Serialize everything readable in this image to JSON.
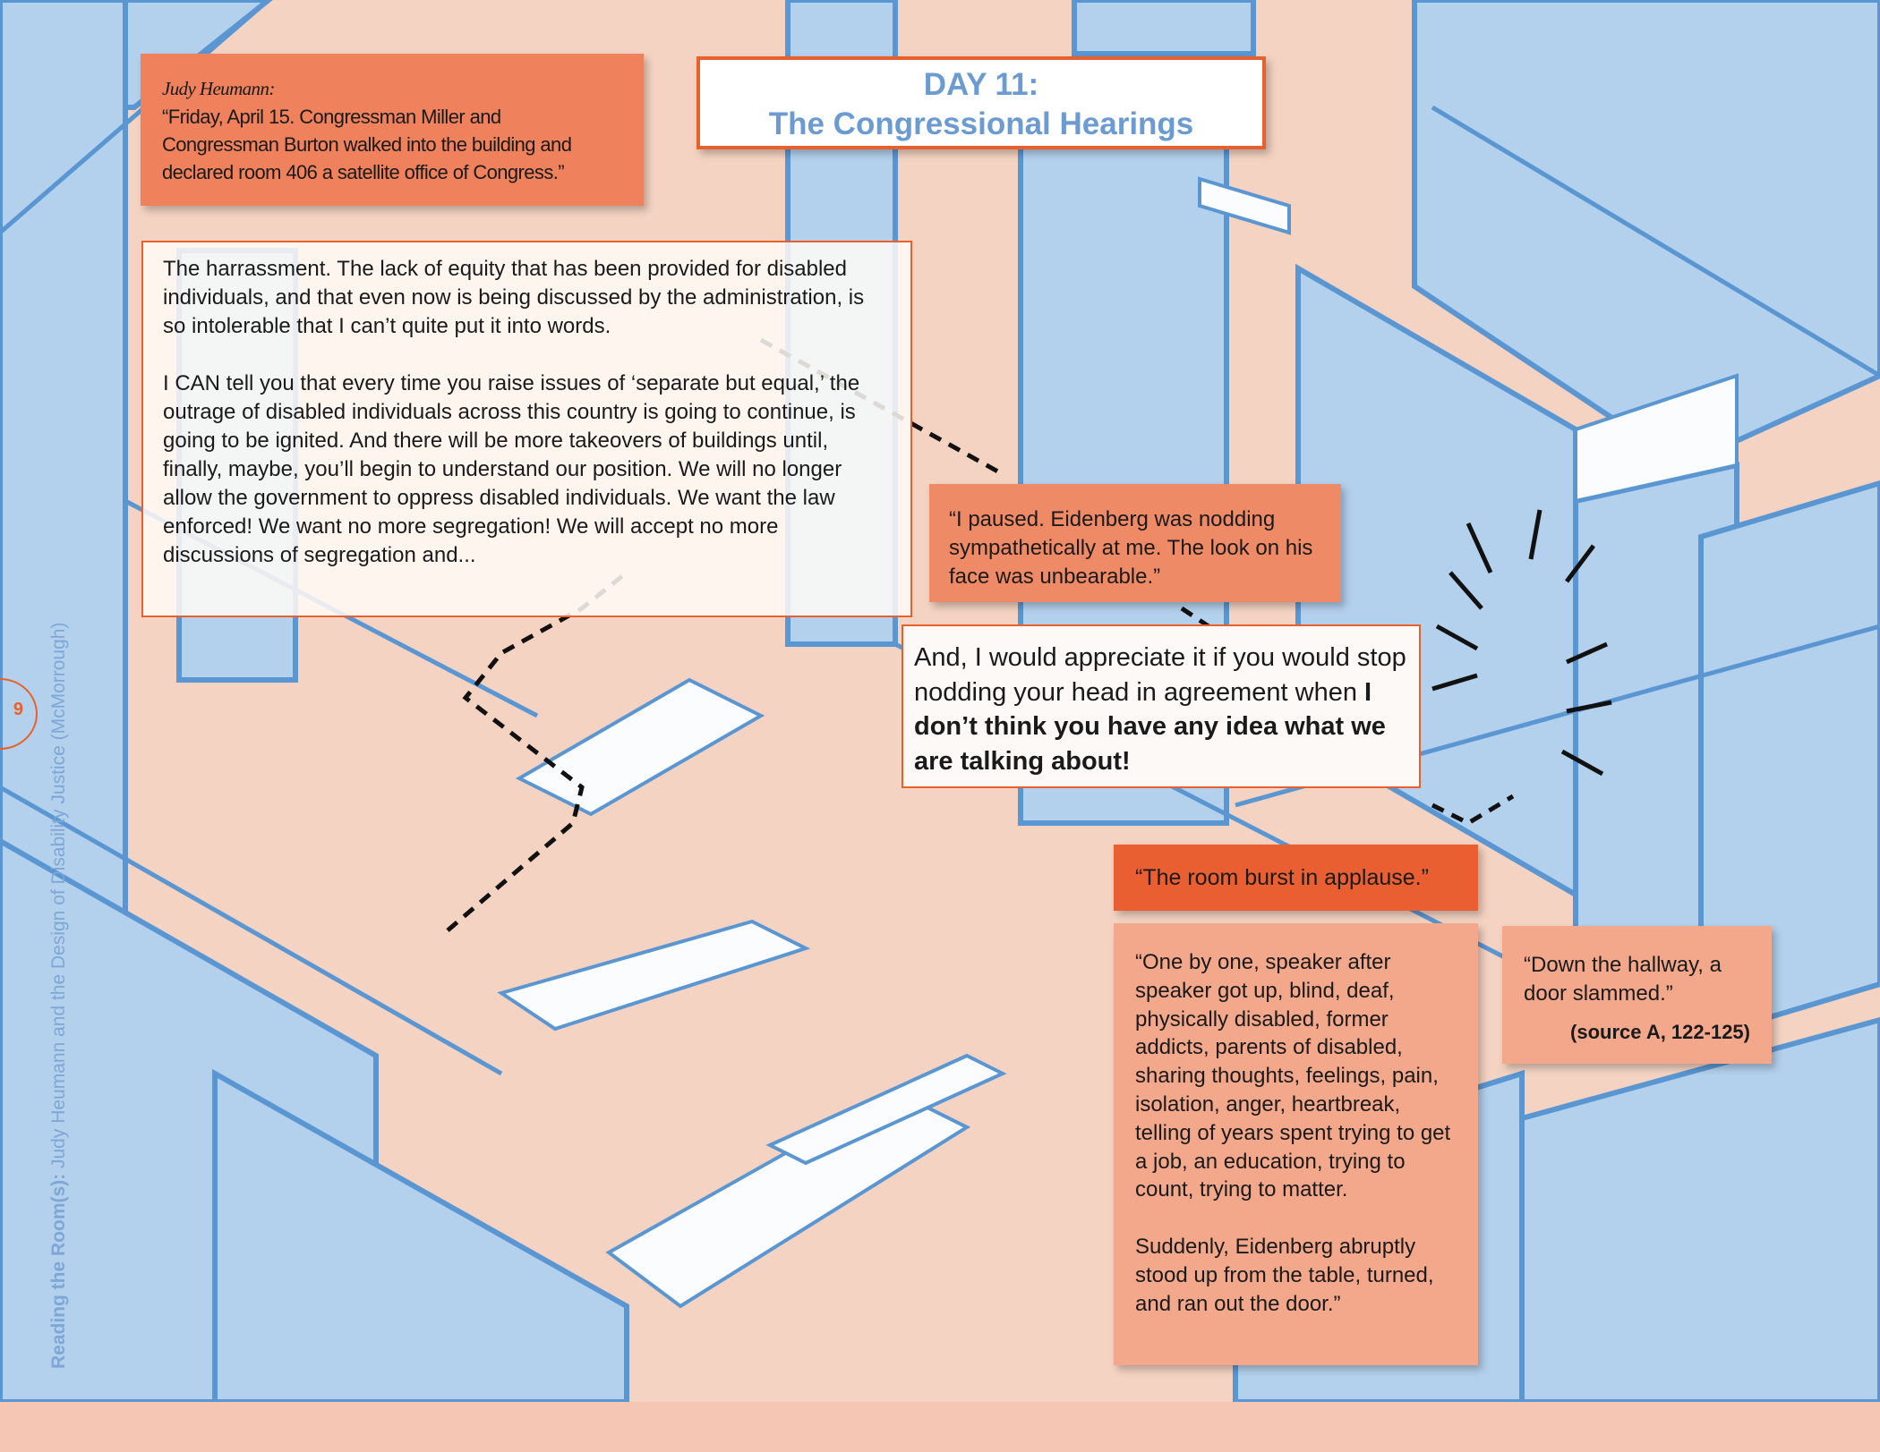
{
  "title": {
    "line1": "DAY 11:",
    "line2": "The Congressional Hearings"
  },
  "top_quote": {
    "speaker": "Judy Heumann:",
    "text": "“Friday, April 15. Congressman Miller and Congressman Burton walked into the building and declared room 406 a satellite office of Congress.”"
  },
  "speech": {
    "paragraph1": "The harrassment. The lack of equity that has been provided for disabled individuals, and that even now is being discussed by the administration, is so intolerable that I can’t quite put it into words.",
    "paragraph2": "I CAN tell you that every time you raise issues of ‘separate but equal,’ the outrage of disabled individuals across this country is going to continue, is going to be ignited. And there will be more takeovers of buildings until, finally, maybe, you’ll begin to understand our position. We will no longer allow the government to oppress disabled individuals. We want the law enforced! We want no more segregation! We will accept no more discussions of segregation and..."
  },
  "paused": "“I paused. Eidenberg was nodding sympathetically at me. The look on his face was unbearable.”",
  "appreciate": {
    "text": "And, I would appreciate it if you would stop nodding your head in agreement when ",
    "bold": "I don’t think you have any idea what we are talking about!"
  },
  "applause": "“The room burst in applause.”",
  "speakers": {
    "paragraph1": "“One by one, speaker after speaker got up, blind, deaf, physically disabled, former addicts, parents of disabled, sharing thoughts, feelings, pain, isolation, anger, heartbreak, telling of years spent trying to get a job, an education, trying to count, trying to matter.",
    "paragraph2": "Suddenly, Eidenberg abruptly stood up from the table, turned, and ran out the door.”"
  },
  "hallway": {
    "text": "“Down the hallway, a door slammed.”",
    "source": "(source A, 122-125)"
  },
  "page_number": "9",
  "running_title": {
    "label": "Reading the Room(s):",
    "rest": " Judy Heumann and the Design of Disability Justice (McMorrough)"
  },
  "colors": {
    "orange": "#e8612c",
    "peach": "#f4d3c2",
    "blue": "#a9c9e9",
    "line": "#4f8fcf"
  }
}
